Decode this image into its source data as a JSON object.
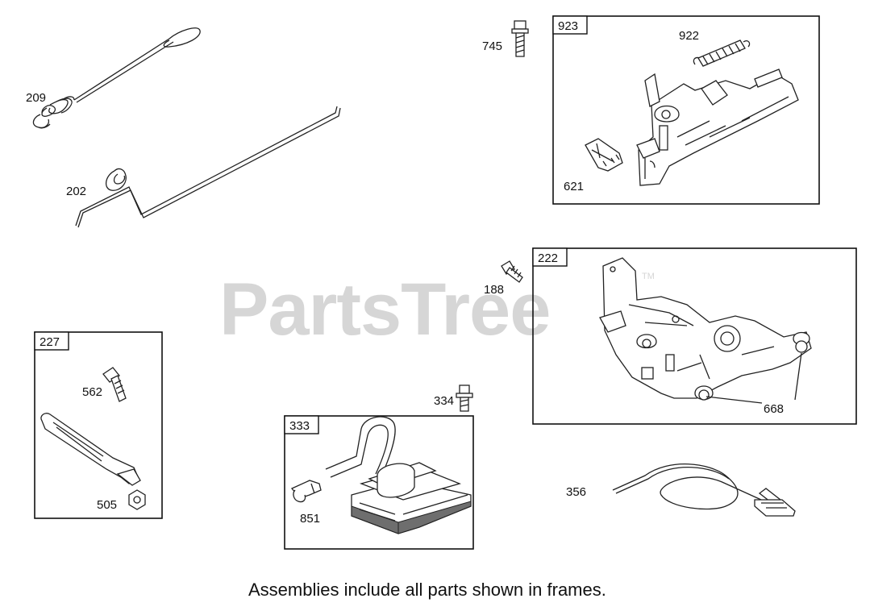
{
  "watermark": {
    "text": "PartsTree",
    "tm": "TM"
  },
  "footer": {
    "note": "Assemblies include all parts shown in frames."
  },
  "frames": [
    {
      "id": "923"
    },
    {
      "id": "222"
    },
    {
      "id": "227"
    },
    {
      "id": "333"
    }
  ],
  "parts": {
    "p209": "209",
    "p202": "202",
    "p745": "745",
    "p922": "922",
    "p621": "621",
    "p188": "188",
    "p668": "668",
    "p562": "562",
    "p505": "505",
    "p334": "334",
    "p851": "851",
    "p356": "356"
  }
}
